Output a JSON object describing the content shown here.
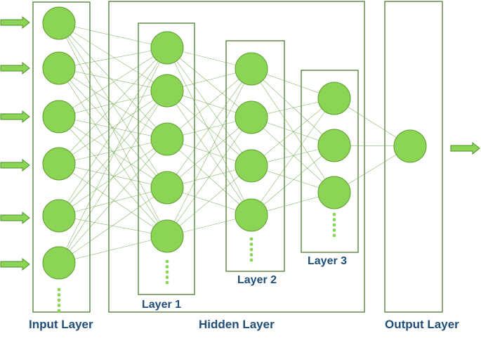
{
  "labels": {
    "input_layer": "Input Layer",
    "hidden_layer": "Hidden Layer",
    "output_layer": "Output Layer",
    "layer1": "Layer 1",
    "layer2": "Layer 2",
    "layer3": "Layer 3"
  },
  "layers": [
    {
      "id": "input",
      "visible_nodes": 6,
      "continues": true
    },
    {
      "id": "hidden-1",
      "visible_nodes": 5,
      "continues": true
    },
    {
      "id": "hidden-2",
      "visible_nodes": 4,
      "continues": true
    },
    {
      "id": "hidden-3",
      "visible_nodes": 3,
      "continues": true
    },
    {
      "id": "output",
      "visible_nodes": 1,
      "continues": false
    }
  ],
  "input_arrows": 6,
  "output_arrows": 1,
  "colors": {
    "node_fill": "#8cd456",
    "node_stroke": "#5a9c2a",
    "edge": "#6fa84a",
    "box": "#4a7a30",
    "arrow_fill": "#8cd456",
    "arrow_stroke": "#4a8f25",
    "dots": "#8cd456",
    "label": "#1f4e79"
  }
}
